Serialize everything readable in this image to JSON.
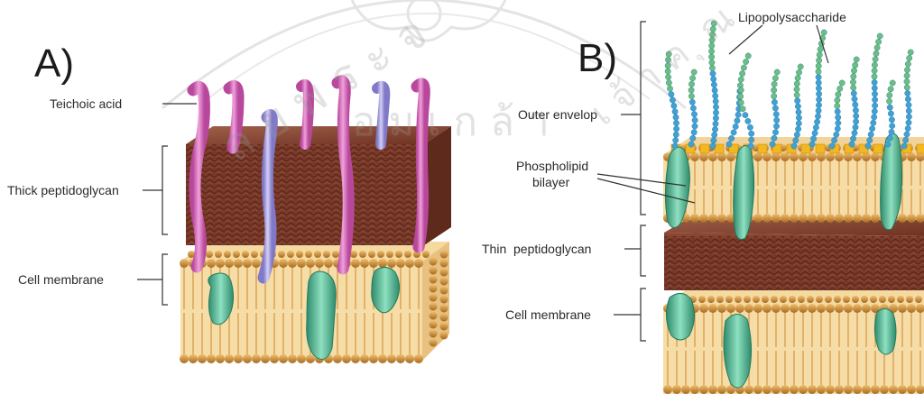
{
  "watermark": {
    "upper_text": "ล ย พ ร ะ จ อ ม เ ก ล้ า เ จ้ า ค ุ ณ ท",
    "arc_top_text": "ล ย พ ร ะ จ",
    "arc_mid_text": "อ ม เ ก ล้ า",
    "arc_right_text": "เ จ้ า ค ุ ณ",
    "color": "#b4b4b4"
  },
  "panel_a": {
    "letter": "A)",
    "labels": {
      "teichoic_acid": "Teichoic acid",
      "thick_peptidoglycan": "Thick peptidoglycan",
      "cell_membrane": "Cell membrane"
    }
  },
  "panel_b": {
    "letter": "B)",
    "labels": {
      "lipopolysaccharide": "Lipopolysaccharide",
      "outer_envelop": "Outer envelop",
      "phospholipid_line1": "Phospholipid",
      "phospholipid_line2": "bilayer",
      "thin_peptidoglycan": "Thin  peptidoglycan",
      "cell_membrane": "Cell membrane"
    }
  },
  "colors": {
    "peptidoglycan": "#7a3a2a",
    "lipid_head": "#c98a3a",
    "lipid_tail": "#e8b060",
    "teichoic_pink": "#d070b8",
    "teichoic_lavender": "#a9a0e0",
    "protein_teal": "#4ab595",
    "lps_blue": "#3fa2d6",
    "lps_green": "#6ac080",
    "core_yellow": "#f2b820"
  }
}
